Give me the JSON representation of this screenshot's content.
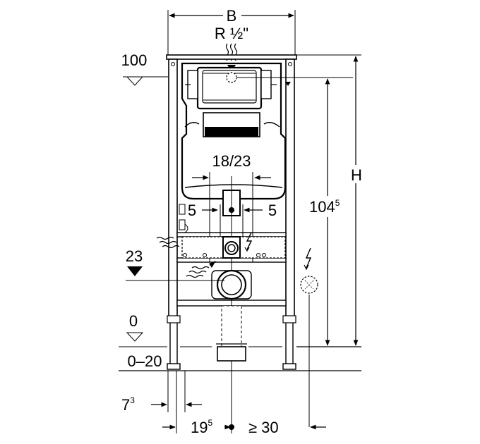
{
  "dimensions": {
    "width_label": "B",
    "connection_label": "R ½\"",
    "level_top": "100",
    "height_label": "H",
    "height_value": "104",
    "height_value_sup": "5",
    "spacing_label": "18/23",
    "offset_left": "5",
    "offset_right": "5",
    "level_mid": "23",
    "level_zero": "0",
    "floor_range": "0–20",
    "depth_a": "7",
    "depth_a_sup": "3",
    "depth_b": "19",
    "depth_b_sup": "5",
    "min_clearance": "≥ 30"
  },
  "icons": [
    "water-supply-icon",
    "electric-supply-icon",
    "drain-icon",
    "arrow-icon"
  ]
}
